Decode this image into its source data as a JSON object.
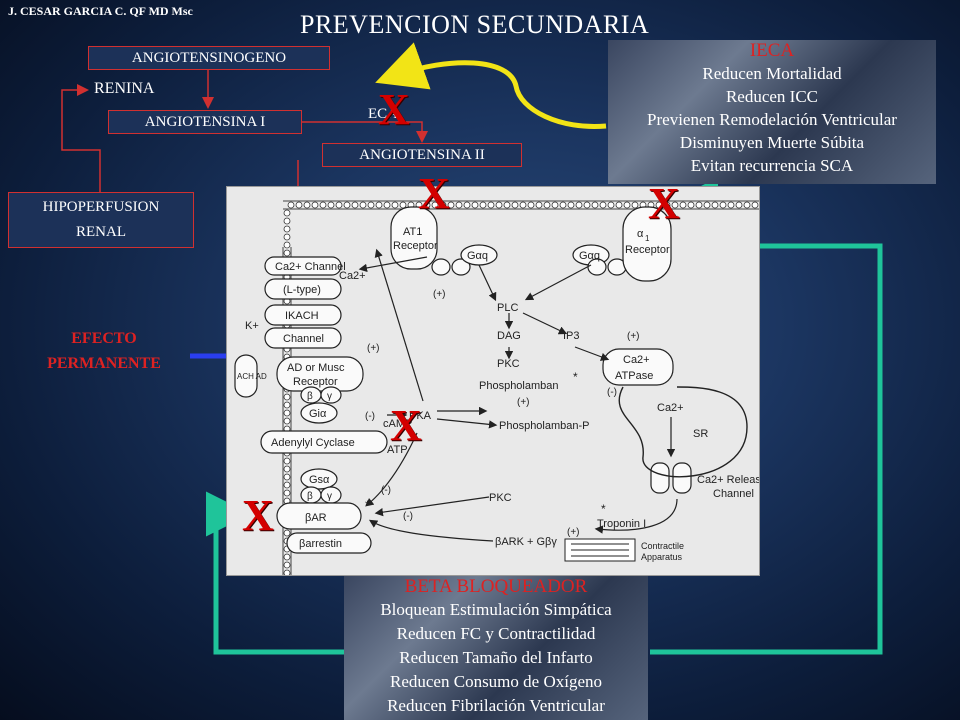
{
  "header": {
    "author": "J. CESAR GARCIA C.  QF  MD Msc",
    "title": "PREVENCION SECUNDARIA"
  },
  "raas": {
    "angiotensinogeno": "ANGIOTENSINOGENO",
    "renina": "RENINA",
    "angiotensina_i": "ANGIOTENSINA I",
    "eca": "ECA",
    "angiotensina_ii": "ANGIOTENSINA II",
    "hipoperfusion": [
      "HIPOPERFUSION",
      "RENAL"
    ]
  },
  "marks": {
    "block": "X"
  },
  "efecto": [
    "EFECTO",
    "PERMANENTE"
  ],
  "ieca": {
    "heading": "IECA",
    "items": [
      "Reducen Mortalidad",
      "Reducen ICC",
      "Previenen Remodelación Ventricular",
      "Disminuyen Muerte Súbita",
      "Evitan recurrencia SCA"
    ]
  },
  "beta_bloqueador": {
    "heading": "BETA BLOQUEADOR",
    "items": [
      "Bloquean Estimulación Simpática",
      "Reducen FC y Contractilidad",
      "Reducen Tamaño del Infarto",
      "Reducen Consumo de Oxígeno",
      "Reducen Fibrilación Ventricular"
    ]
  },
  "cell_diagram": {
    "labels": {
      "ca_channel": "Ca2+ Channel",
      "l_type": "(L-type)",
      "ikach": "IKACH",
      "channel": "Channel",
      "k_plus": "K+",
      "ad_musc": [
        "AD or Musc",
        "Receptor"
      ],
      "ach_ad": "ACH AD",
      "beta": "β",
      "gamma": "γ",
      "gi_alpha": "Giα",
      "adenylyl": "Adenylyl Cyclase",
      "camp": "cAMP",
      "atp": "ATP",
      "gs_alpha": "Gsα",
      "beta_ar": "βAR",
      "beta_arrestin": "βarrestin",
      "at1": [
        "AT1",
        "Receptor"
      ],
      "gaq": "Gαq",
      "alpha1": [
        "α",
        "Receptor"
      ],
      "ca2_plus": "Ca2+",
      "plc": "PLC",
      "dag": "DAG",
      "ip3": "IP3",
      "pkc": "PKC",
      "pka": "PKA",
      "phospholamban": "Phospholamban",
      "phospholamban_p": "Phospholamban-P",
      "atpase": [
        "Ca2+",
        "ATPase"
      ],
      "sr": "SR",
      "release": [
        "Ca2+ Release",
        "Channel"
      ],
      "troponin": "Troponin I",
      "contractile": [
        "Contractile",
        "Apparatus"
      ],
      "bark": "βARK + Gβγ",
      "plus": "(+)",
      "minus": "(-)",
      "star": "*",
      "one": "1"
    }
  },
  "colors": {
    "red": "#d30000",
    "teal_arrow": "#1fc49a",
    "yellow_arrow": "#f2e416",
    "blue_arrow": "#1a2ee0"
  }
}
